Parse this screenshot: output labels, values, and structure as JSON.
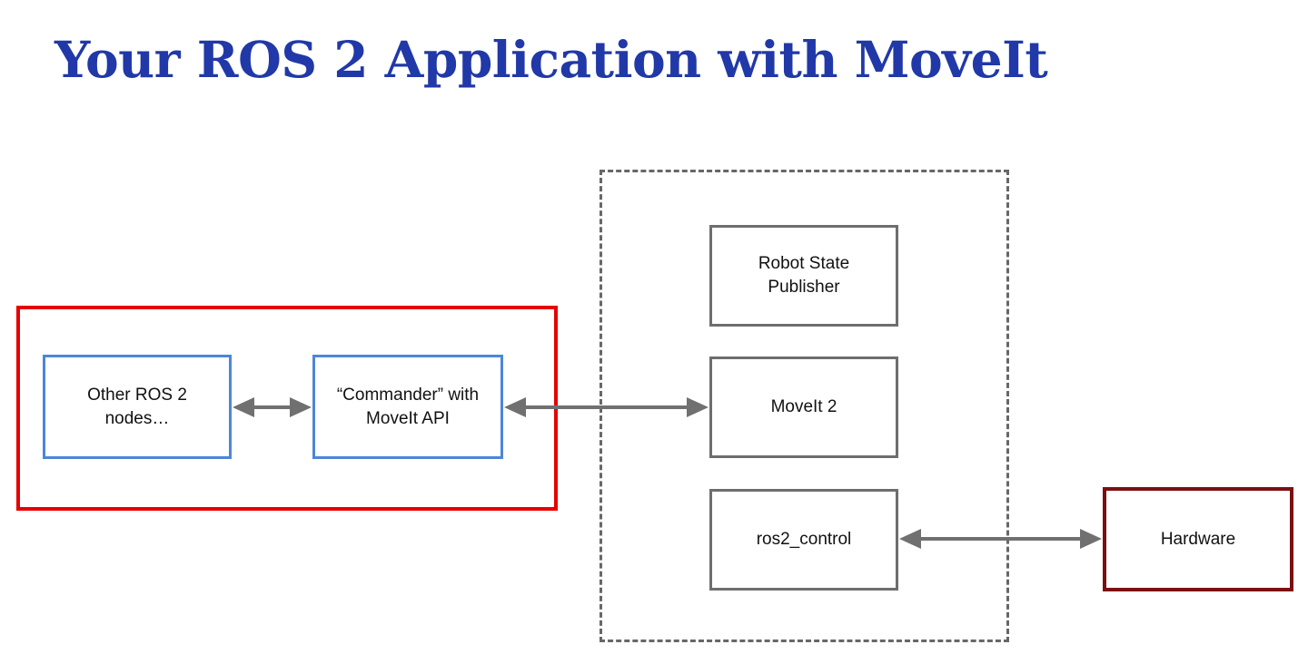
{
  "slide": {
    "title": "Your ROS 2 Application with MoveIt",
    "background_color": "#FFFFFF",
    "title_color": "#2138A8"
  },
  "colors": {
    "title_blue": "#2138A8",
    "group_red": "#E60000",
    "node_blue": "#4D86D8",
    "node_gray": "#6E6E6E",
    "hardware_maroon": "#7B1010",
    "arrow_gray": "#707070",
    "dashed_gray": "#676767"
  },
  "groups": {
    "user_application": {
      "name": "user-application-group",
      "border_color": "#E60000",
      "border_style": "solid"
    },
    "moveit_stack": {
      "name": "moveit-stack-group",
      "border_color": "#676767",
      "border_style": "dashed"
    }
  },
  "nodes": [
    {
      "id": "other-ros2-nodes",
      "label": "Other ROS 2\nnodes…",
      "border_color": "#4D86D8"
    },
    {
      "id": "commander",
      "label": "“Commander” with\nMoveIt API",
      "border_color": "#4D86D8"
    },
    {
      "id": "robot-state-publisher",
      "label": "Robot State\nPublisher",
      "border_color": "#6E6E6E"
    },
    {
      "id": "moveit-2",
      "label": "MoveIt 2",
      "border_color": "#6E6E6E"
    },
    {
      "id": "ros2-control",
      "label": "ros2_control",
      "border_color": "#6E6E6E"
    },
    {
      "id": "hardware",
      "label": "Hardware",
      "border_color": "#7B1010"
    }
  ],
  "connections": [
    {
      "id": "other-nodes-to-commander",
      "from": "other-ros2-nodes",
      "to": "commander",
      "direction": "bidirectional",
      "color": "#707070"
    },
    {
      "id": "commander-to-moveit2",
      "from": "commander",
      "to": "moveit-2",
      "direction": "bidirectional",
      "color": "#707070"
    },
    {
      "id": "ros2control-to-hardware",
      "from": "ros2-control",
      "to": "hardware",
      "direction": "bidirectional",
      "color": "#707070"
    }
  ]
}
